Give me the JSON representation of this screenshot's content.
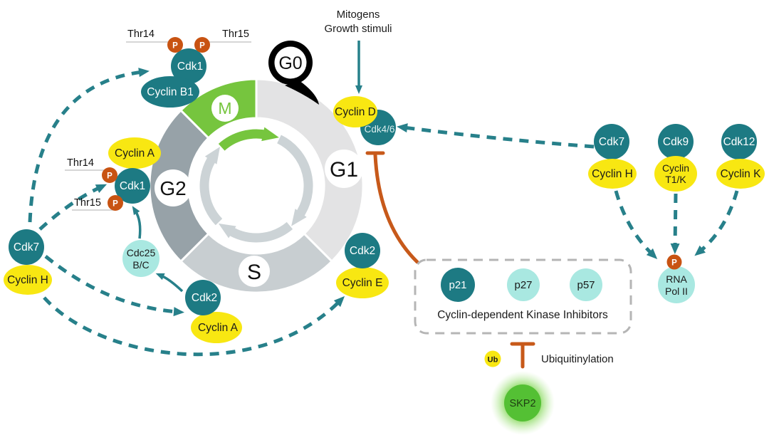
{
  "palette": {
    "teal_node": "#1d7a83",
    "teal_arrow": "#27808a",
    "yellow_cyclin": "#f8e712",
    "cyan_light": "#a9e8e1",
    "orange_phospho": "#c85312",
    "orange_inhibition": "#c7591a",
    "green_m_phase": "#76c53e",
    "green_skp2": "#54c034",
    "gray_g1": "#e3e3e4",
    "gray_s": "#c8ced1",
    "gray_g2": "#97a2a8",
    "gray_cycle_arrow": "#ccd3d6",
    "gray_dashed_box": "#b5b5b5",
    "black_g0": "#000000"
  },
  "labels": {
    "phospho": "P",
    "thr14": "Thr14",
    "thr15": "Thr15"
  },
  "stimuli": {
    "line1": "Mitogens",
    "line2": "Growth stimuli"
  },
  "phases": {
    "g0": "G0",
    "g1": "G1",
    "s": "S",
    "g2": "G2",
    "m": "M"
  },
  "complexes": {
    "m": {
      "kinase": "Cdk1",
      "cyclin": "Cyclin B1"
    },
    "g2": {
      "kinase": "Cdk1",
      "cyclin": "Cyclin A"
    },
    "s": {
      "kinase": "Cdk2",
      "cyclin": "Cyclin A"
    },
    "g1s": {
      "kinase": "Cdk2",
      "cyclin": "Cyclin E"
    },
    "g1": {
      "kinase": "Cdk4/6",
      "cyclin": "Cyclin D"
    },
    "cak": {
      "kinase": "Cdk7",
      "cyclin": "Cyclin H"
    },
    "cdc25": {
      "line1": "Cdc25",
      "line2": "B/C"
    }
  },
  "transcription": {
    "cdk7": {
      "kinase": "Cdk7",
      "cyclin": "Cyclin H"
    },
    "cdk9": {
      "kinase": "Cdk9",
      "cyclin_line1": "Cyclin",
      "cyclin_line2": "T1/K"
    },
    "cdk12": {
      "kinase": "Cdk12",
      "cyclin": "Cyclin K"
    },
    "rna_pol": {
      "line1": "RNA",
      "line2": "Pol II"
    }
  },
  "inhibitors": {
    "items": [
      {
        "label": "p21"
      },
      {
        "label": "p27"
      },
      {
        "label": "p57"
      }
    ],
    "caption": "Cyclin-dependent Kinase Inhibitors"
  },
  "ubiquitin": {
    "badge": "Ub",
    "label": "Ubiquitinylation",
    "enzyme": "SKP2"
  }
}
